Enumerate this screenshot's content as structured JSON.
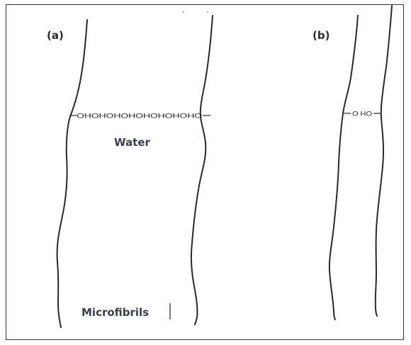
{
  "figure": {
    "panel_a": {
      "label": "(a)",
      "chain": "OHOHOHOHOHOHOHOHO",
      "water_label": "Water",
      "microfibrils_label": "Microfibrils"
    },
    "panel_b": {
      "label": "(b)",
      "chain": "O HO"
    }
  }
}
